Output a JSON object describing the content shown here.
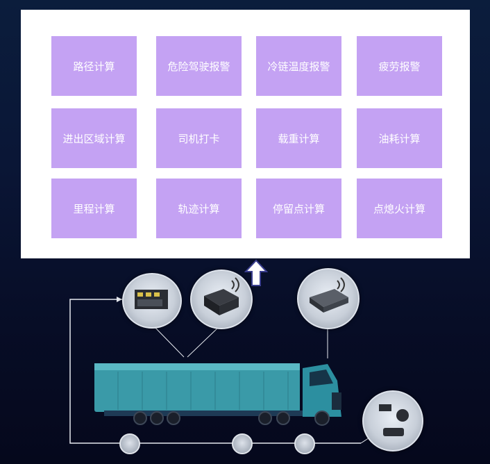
{
  "tiles": [
    "路径计算",
    "危险驾驶报警",
    "冷链温度报警",
    "疲劳报警",
    "进出区域计算",
    "司机打卡",
    "载重计算",
    "油耗计算",
    "里程计算",
    "轨迹计算",
    "停留点计算",
    "点熄火计算"
  ],
  "colors": {
    "tile": "#c4a2f3",
    "panel": "#ffffff",
    "background": "#070d26",
    "truck_body": "#3a9aa8"
  },
  "icons": {
    "up_arrow": "up-arrow-icon",
    "ecu_device": "ecu-module-icon",
    "gps_box": "gps-box-icon",
    "telematics_unit": "telematics-unit-icon",
    "tire_sensor": "tire-sensor-icon",
    "sensor_kit": "sensor-kit-icon",
    "truck": "truck-icon"
  }
}
